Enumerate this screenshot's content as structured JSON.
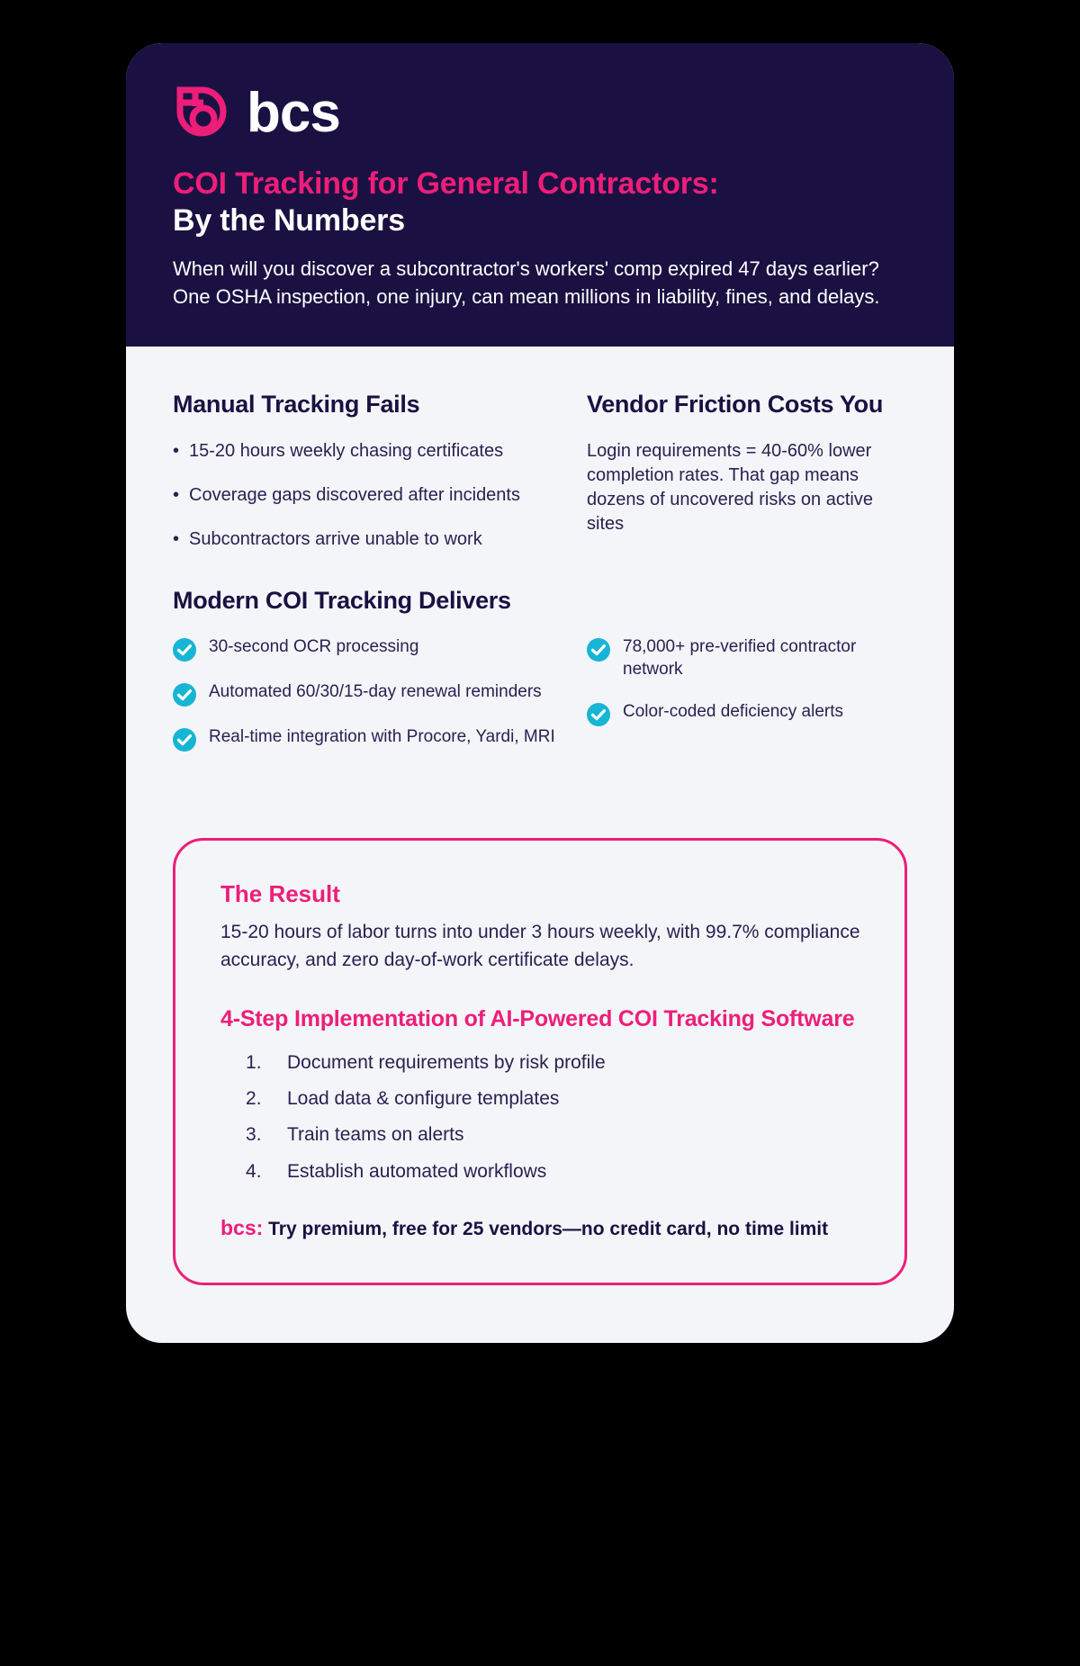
{
  "brand": {
    "wordmark": "bcs",
    "logo_icon": "bcs-circle-logo-icon",
    "accent_pink": "#ed1e79",
    "dark_navy": "#1a1142",
    "check_teal": "#17b5d4",
    "page_bg": "#f4f5f9"
  },
  "header": {
    "title_line1": "COI Tracking for General Contractors:",
    "title_line2": "By the Numbers",
    "subtitle": "When will you discover a subcontractor's workers' comp expired 47 days earlier? One OSHA inspection, one injury, can mean millions in liability, fines, and delays."
  },
  "sections": {
    "manual": {
      "title": "Manual Tracking Fails",
      "bullets": [
        "15-20 hours weekly chasing certificates",
        "Coverage gaps discovered after incidents",
        "Subcontractors arrive unable to work"
      ]
    },
    "vendor": {
      "title": "Vendor Friction Costs You",
      "paragraph": "Login requirements = 40-60% lower completion rates. That gap means dozens of uncovered risks on active sites"
    },
    "modern": {
      "title": "Modern COI Tracking Delivers",
      "features_left": [
        "30-second OCR processing",
        "Automated 60/30/15-day renewal reminders",
        "Real-time integration with Procore, Yardi, MRI"
      ],
      "features_right": [
        "78,000+ pre-verified contractor network",
        "Color-coded deficiency alerts"
      ]
    }
  },
  "result": {
    "title": "The Result",
    "body": "15-20 hours of labor turns into under 3 hours weekly, with 99.7% compliance accuracy, and zero day-of-work certificate delays.",
    "steps_title": "4-Step Implementation of AI-Powered COI Tracking Software",
    "steps": [
      "Document requirements by risk profile",
      "Load data & configure templates",
      "Train teams on alerts",
      "Establish automated workflows"
    ],
    "cta_brand": "bcs:",
    "cta_text": "Try premium, free for 25 vendors—no credit card, no time limit"
  }
}
